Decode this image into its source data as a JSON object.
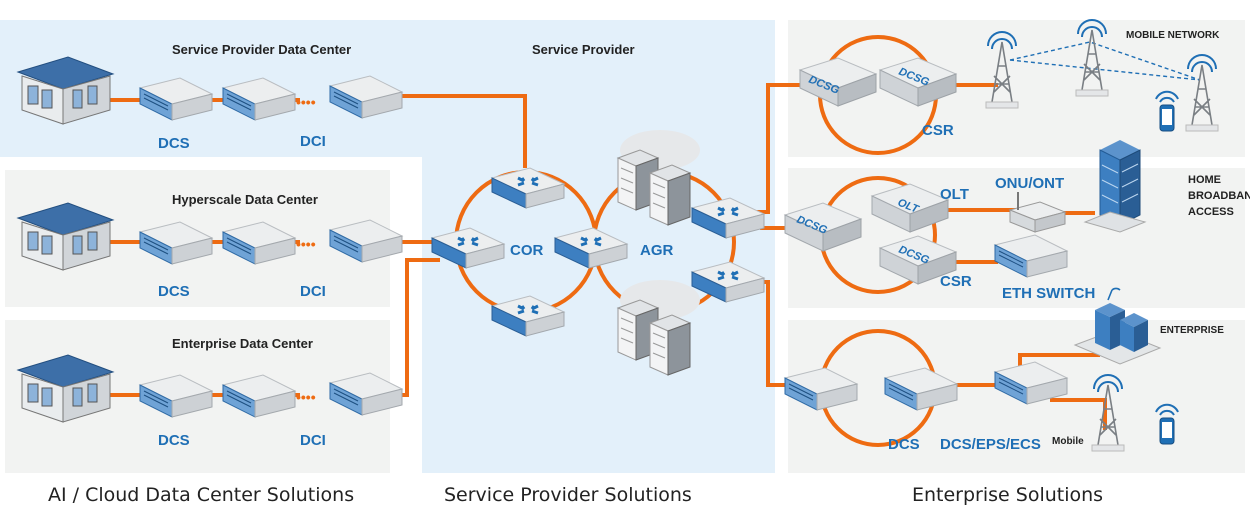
{
  "sections": {
    "sp_dc": "Service Provider Data Center",
    "hyperscale": "Hyperscale Data Center",
    "enterprise_dc": "Enterprise Data Center",
    "service_provider": "Service Provider",
    "mobile_network": "MOBILE NETWORK",
    "home_broadband": "HOME\nBROADBAND\nACCESS",
    "enterprise": "ENTERPRISE"
  },
  "labels": {
    "dcs": "DCS",
    "dci": "DCI",
    "cor": "COR",
    "agr": "AGR",
    "csr": "CSR",
    "olt": "OLT",
    "onu_ont": "ONU/ONT",
    "eth_switch": "ETH SWITCH",
    "dcs_eps_ecs": "DCS/EPS/ECS",
    "mobile": "Mobile",
    "dcsg": "DCSG",
    "dots": "••••"
  },
  "footer": {
    "left": "AI / Cloud Data Center Solutions",
    "center": "Service Provider Solutions",
    "right": "Enterprise Solutions"
  },
  "colors": {
    "link": "#ee6b12",
    "panel_gray": "#f2f3f2",
    "panel_blue": "#e3f0fa",
    "label_blue": "#1f6fb5",
    "device_blue": "#3d7fc1"
  },
  "icons": [
    "datacenter-building-icon",
    "server-icon",
    "router-icon",
    "cloud-server-icon",
    "cell-tower-icon",
    "smartphone-icon",
    "office-building-icon",
    "enterprise-campus-icon",
    "wifi-router-icon",
    "switch-icon"
  ]
}
